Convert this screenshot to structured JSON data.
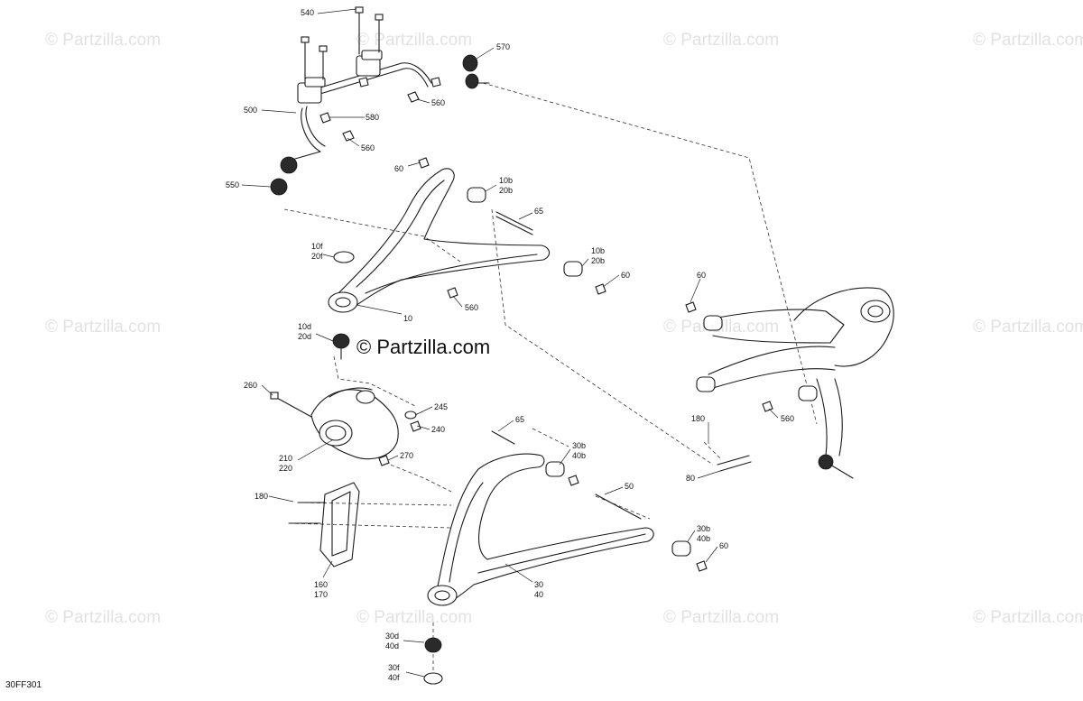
{
  "drawing_code": "30FF301",
  "watermark_text": "© Partzilla.com",
  "callouts": [
    {
      "id": "c540",
      "text": "540"
    },
    {
      "id": "c570",
      "text": "570"
    },
    {
      "id": "c500",
      "text": "500"
    },
    {
      "id": "c580",
      "text": "580"
    },
    {
      "id": "c560a",
      "text": "560"
    },
    {
      "id": "c560b",
      "text": "560"
    },
    {
      "id": "c60a",
      "text": "60"
    },
    {
      "id": "c550",
      "text": "550"
    },
    {
      "id": "c10b20b_top",
      "text": "10b\n20b"
    },
    {
      "id": "c65a",
      "text": "65"
    },
    {
      "id": "c10f20f",
      "text": "10f\n20f"
    },
    {
      "id": "c10b20b_mid",
      "text": "10b\n20b"
    },
    {
      "id": "c60b",
      "text": "60"
    },
    {
      "id": "c560c",
      "text": "560"
    },
    {
      "id": "c10",
      "text": "10"
    },
    {
      "id": "c10d20d",
      "text": "10d\n20d"
    },
    {
      "id": "c60c",
      "text": "60"
    },
    {
      "id": "c260",
      "text": "260"
    },
    {
      "id": "c245",
      "text": "245"
    },
    {
      "id": "c240",
      "text": "240"
    },
    {
      "id": "c560d",
      "text": "560"
    },
    {
      "id": "c210220",
      "text": "210\n220"
    },
    {
      "id": "c270",
      "text": "270"
    },
    {
      "id": "c65b",
      "text": "65"
    },
    {
      "id": "c30b40b_a",
      "text": "30b\n40b"
    },
    {
      "id": "c180a",
      "text": "180"
    },
    {
      "id": "c80",
      "text": "80"
    },
    {
      "id": "c180b",
      "text": "180"
    },
    {
      "id": "c50",
      "text": "50"
    },
    {
      "id": "c30b40b_b",
      "text": "30b\n40b"
    },
    {
      "id": "c60d",
      "text": "60"
    },
    {
      "id": "c160170",
      "text": "160\n170"
    },
    {
      "id": "c3040",
      "text": "30\n40"
    },
    {
      "id": "c30d40d",
      "text": "30d\n40d"
    },
    {
      "id": "c30f40f",
      "text": "30f\n40f"
    }
  ]
}
